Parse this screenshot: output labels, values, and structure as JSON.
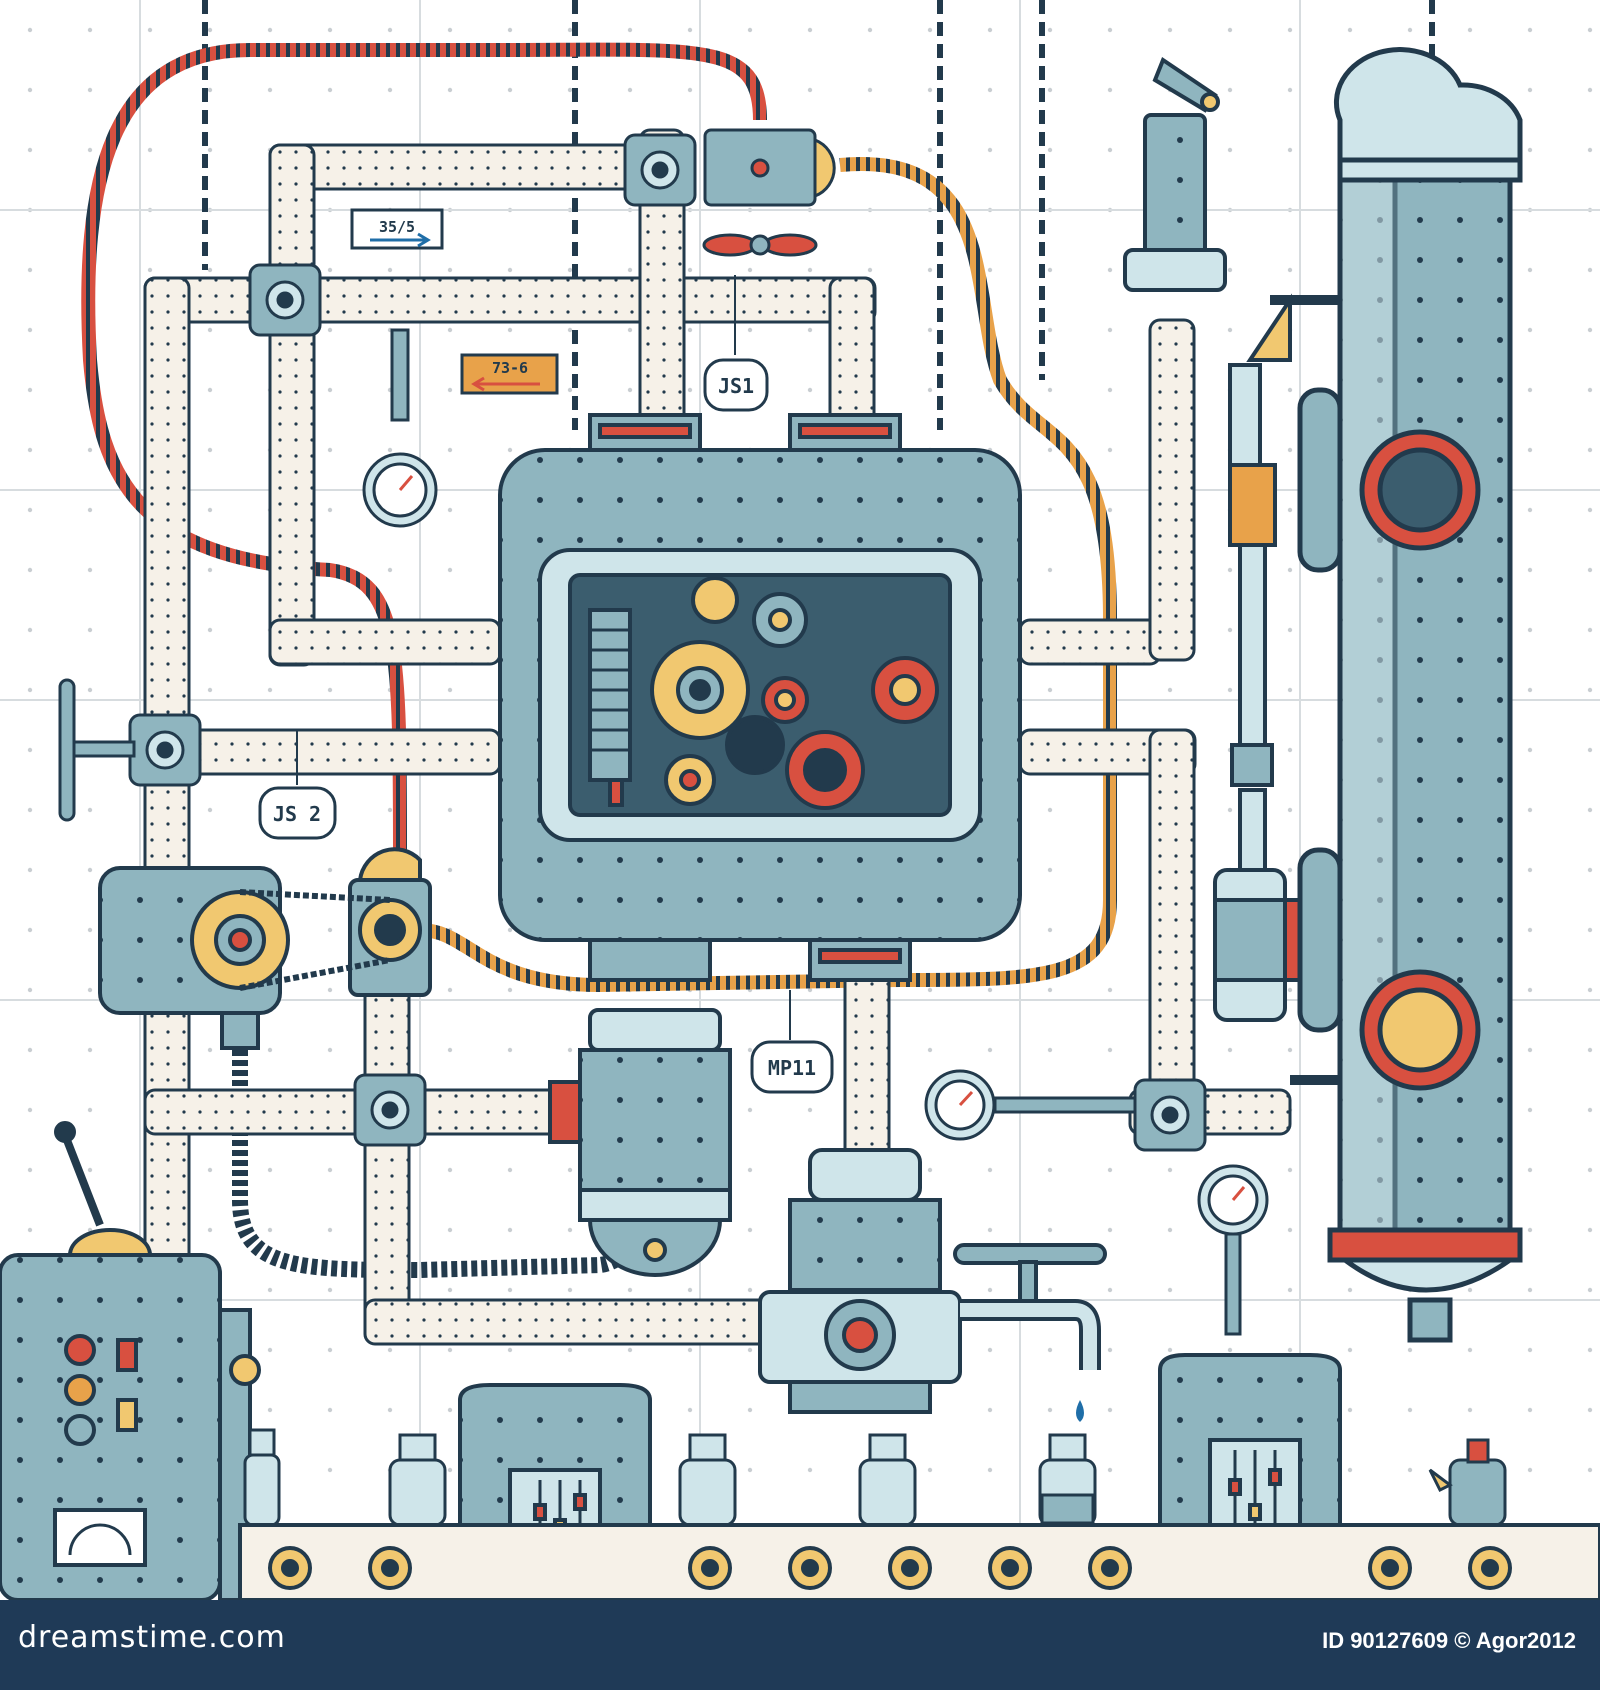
{
  "labels": {
    "sign_top": "35/5",
    "sign_orange": "73-6",
    "tag_js1": "JS1",
    "tag_js2": "JS 2",
    "tag_mp11": "MP11"
  },
  "footer": {
    "brand": "dreamstime.com",
    "id_text": "ID 90127609",
    "copyright": "©",
    "author": "Agor2012"
  },
  "colors": {
    "steel": "#8fb5bf",
    "steel_light": "#cfe5ea",
    "outline": "#223a4c",
    "accent_red": "#d85040",
    "accent_yellow": "#f1c870",
    "orange": "#e8a24a",
    "pipe": "#f6f1e8",
    "footer_bg": "#1f3a57"
  }
}
